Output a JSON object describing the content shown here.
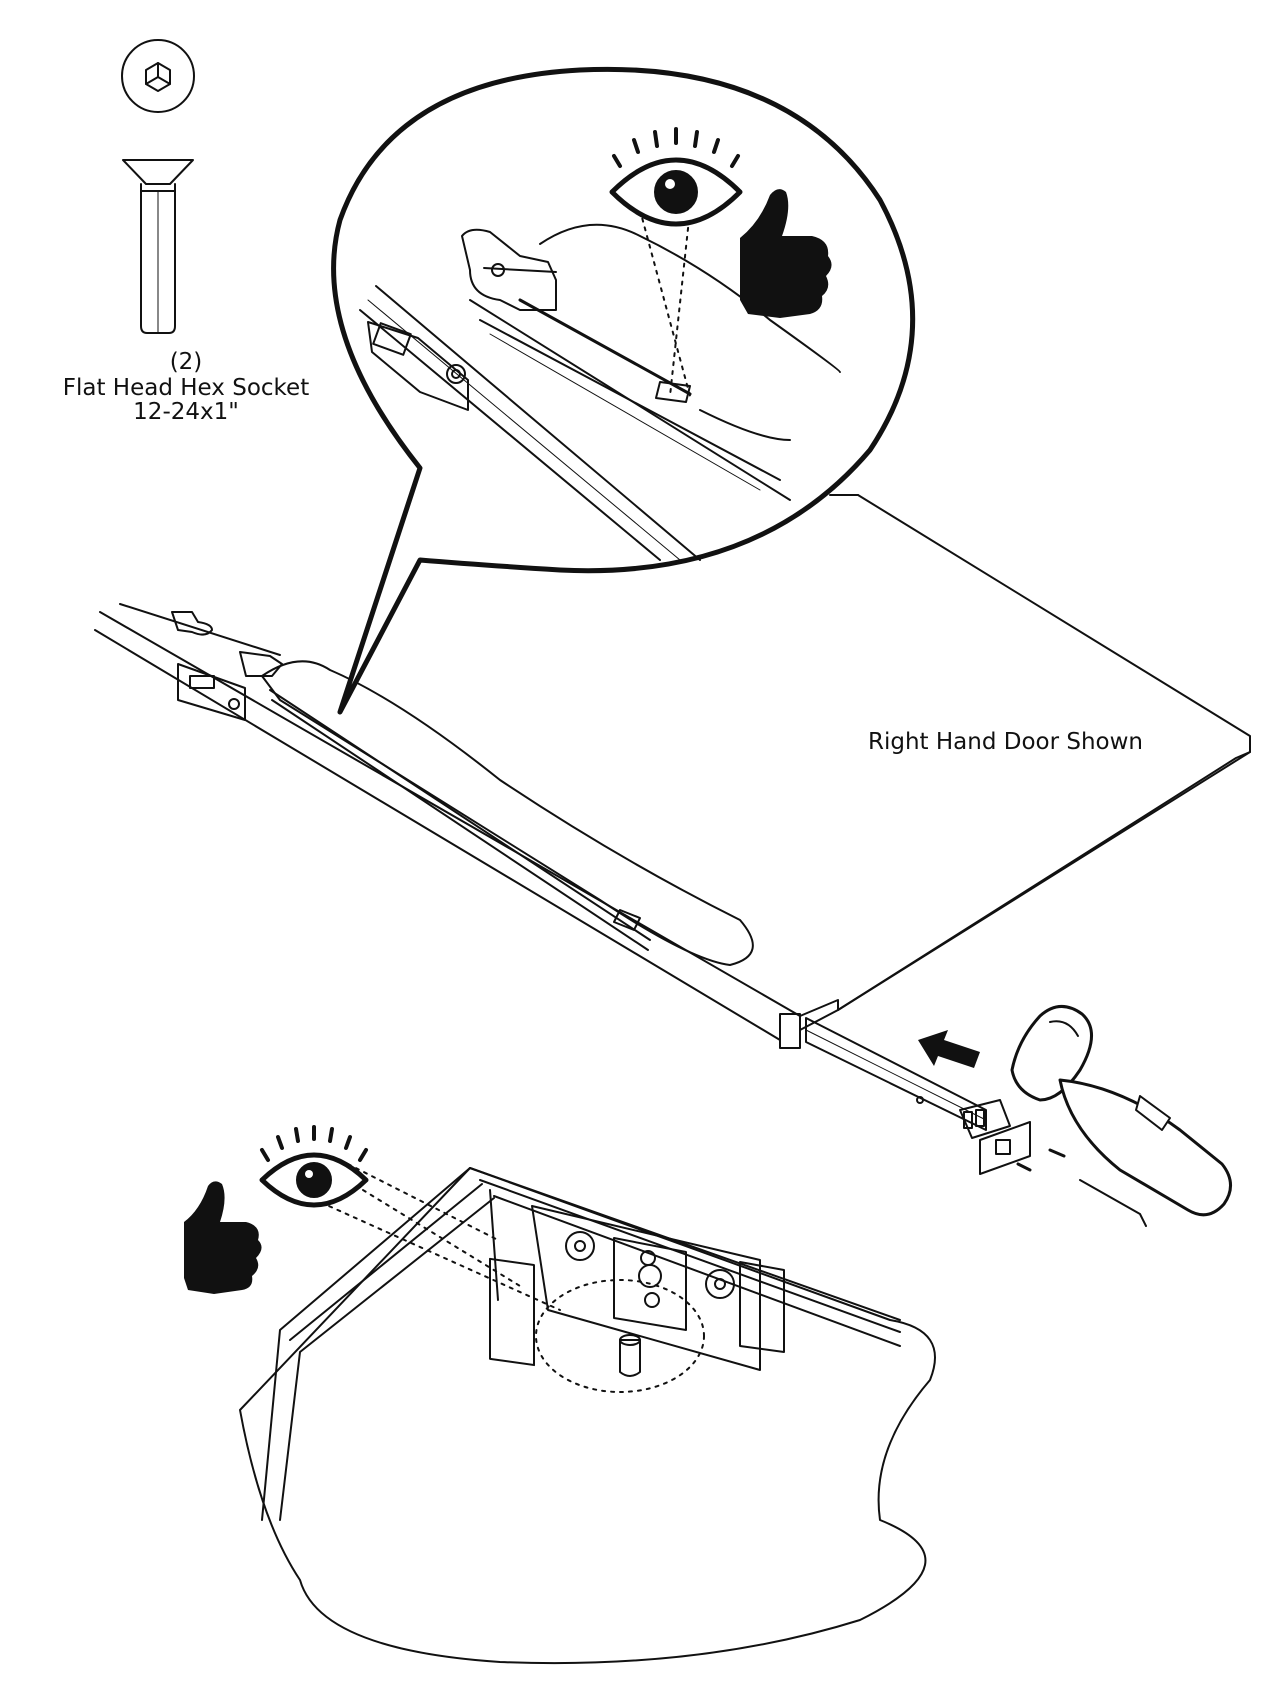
{
  "hardware": {
    "quantity": "(2)",
    "name": "Flat Head Hex Socket",
    "size": "12-24x1\""
  },
  "door_note": "Right Hand Door Shown",
  "icons": {
    "eye_top": "eye-inspect-icon",
    "thumb_top": "thumbs-up-icon",
    "eye_bottom": "eye-inspect-icon",
    "thumb_bottom": "thumbs-up-icon",
    "arrow": "insert-direction-arrow",
    "flashlight": "flashlight-icon",
    "hex_key": "hex-key-icon"
  },
  "colors": {
    "line": "#111111",
    "fill": "#ffffff"
  }
}
